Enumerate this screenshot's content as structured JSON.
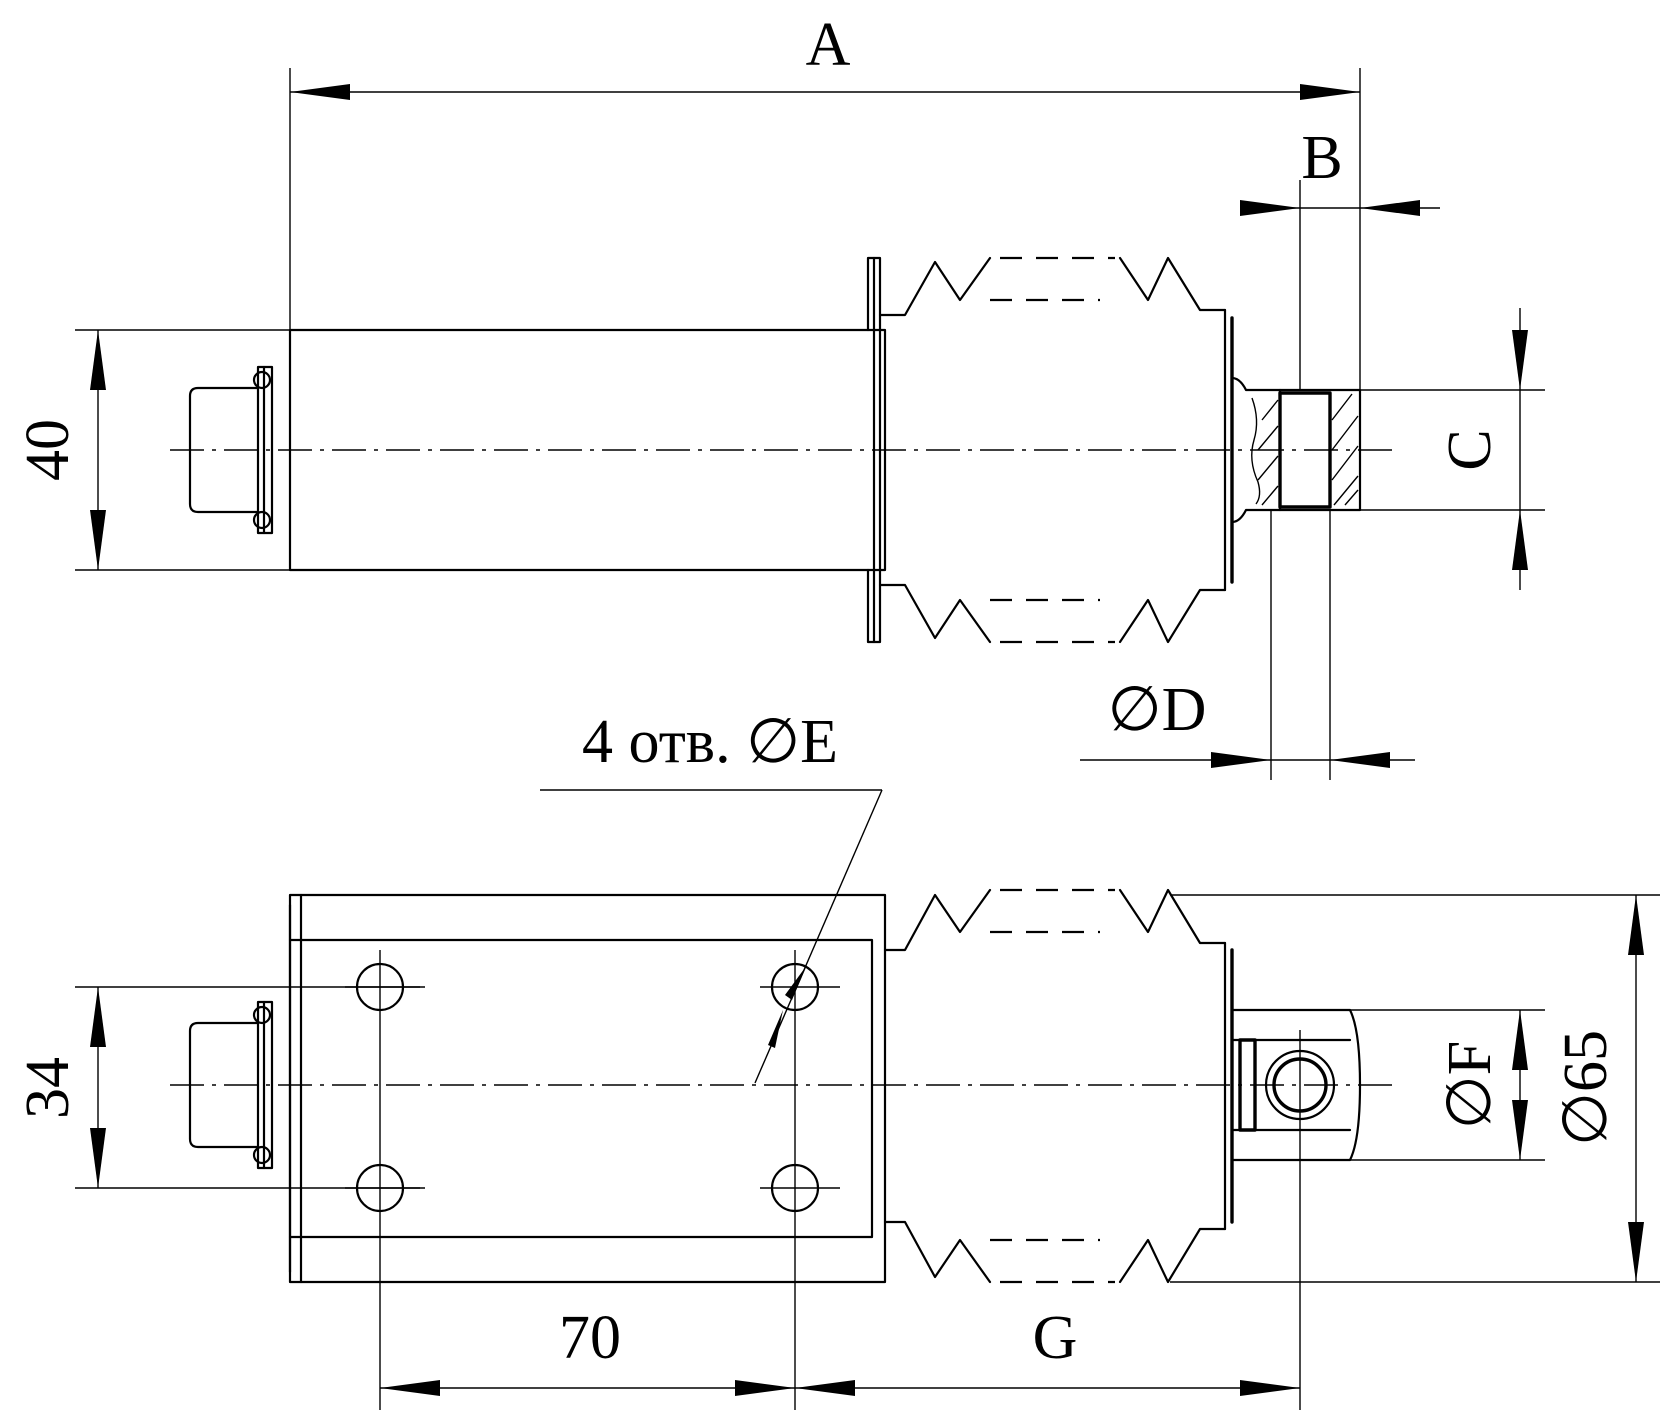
{
  "labels": {
    "dim_a": "A",
    "dim_b": "B",
    "dim_c": "C",
    "dim_d": "∅D",
    "dim_40": "40",
    "holes_note": "4 отв. ∅E",
    "dim_34": "34",
    "dim_70": "70",
    "dim_g": "G",
    "dim_f": "∅F",
    "dim_65": "∅65"
  },
  "colors": {
    "line": "#000000",
    "background": "#ffffff"
  }
}
